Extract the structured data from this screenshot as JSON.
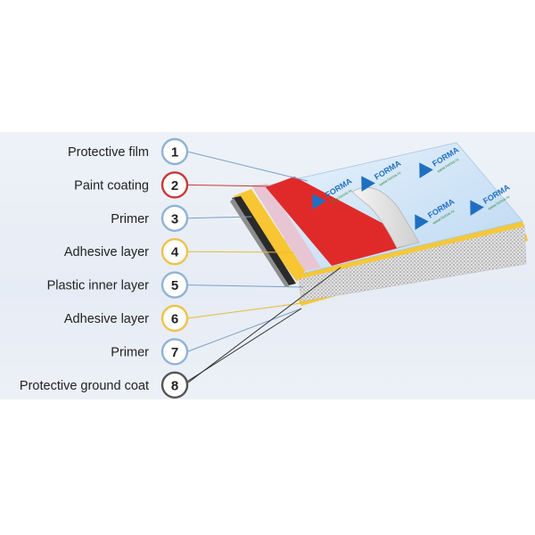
{
  "colors": {
    "background": "#e8edf5",
    "text": "#222222",
    "ring_fill": "#ffffff"
  },
  "legend": [
    {
      "number": "1",
      "label": "Protective film",
      "ring_color": "#8fb3d6",
      "leader_color": "#7a9fc4"
    },
    {
      "number": "2",
      "label": "Paint coating",
      "ring_color": "#c8383a",
      "leader_color": "#c8383a"
    },
    {
      "number": "3",
      "label": "Primer",
      "ring_color": "#8fb3d6",
      "leader_color": "#7a9fc4"
    },
    {
      "number": "4",
      "label": "Adhesive layer",
      "ring_color": "#f0c24a",
      "leader_color": "#e9b93a"
    },
    {
      "number": "5",
      "label": "Plastic inner layer",
      "ring_color": "#8fb3d6",
      "leader_color": "#7a9fc4"
    },
    {
      "number": "6",
      "label": "Adhesive layer",
      "ring_color": "#f0c24a",
      "leader_color": "#e9b93a"
    },
    {
      "number": "7",
      "label": "Primer",
      "ring_color": "#8fb3d6",
      "leader_color": "#7a9fc4"
    },
    {
      "number": "8",
      "label": "Protective ground coat",
      "ring_color": "#555555",
      "leader_color": "#333333"
    }
  ],
  "film_branding": {
    "logo": "FORMA",
    "website": "www.forma.ru",
    "logo_color": "#1f6fc0"
  },
  "panel_colors": {
    "film": "#cfe4f7",
    "paint": "#e02a2a",
    "primer": "#e6c9d4",
    "adhesive": "#f7c632",
    "core": "#d9d9d9",
    "side_dark": "#2a2a2a"
  }
}
